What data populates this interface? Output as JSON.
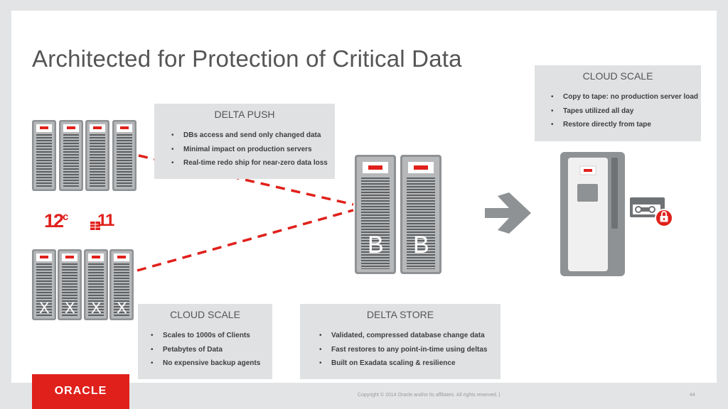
{
  "title": "Architected for Protection of Critical Data",
  "delta_push": {
    "title": "DELTA PUSH",
    "bullets": [
      "DBs access and send only changed data",
      "Minimal impact on production servers",
      "Real-time redo ship for near-zero data loss"
    ]
  },
  "cloud_scale_top": {
    "title": "CLOUD SCALE",
    "bullets": [
      "Copy to tape: no production server load",
      "Tapes utilized all day",
      "Restore directly from tape"
    ]
  },
  "cloud_scale_bottom": {
    "title": "CLOUD SCALE",
    "bullets": [
      "Scales to 1000s of Clients",
      "Petabytes of Data",
      "No expensive backup agents"
    ]
  },
  "delta_store": {
    "title": "DELTA STORE",
    "bullets": [
      "Validated, compressed database change data",
      "Fast restores to any point-in-time using deltas",
      "Built on Exadata scaling & resilience"
    ]
  },
  "logos": {
    "db12": "12",
    "db12_sup": "c",
    "db11": "11"
  },
  "server_x_label": "X",
  "server_b_label": "B",
  "footer": {
    "brand": "ORACLE",
    "copyright": "Copyright © 2014 Oracle and/or its affiliates. All rights reserved.  |",
    "page": "44"
  },
  "colors": {
    "accent": "#e0201b",
    "rack": "#8f9294",
    "panel": "#dfe1e2",
    "title": "#555555"
  }
}
